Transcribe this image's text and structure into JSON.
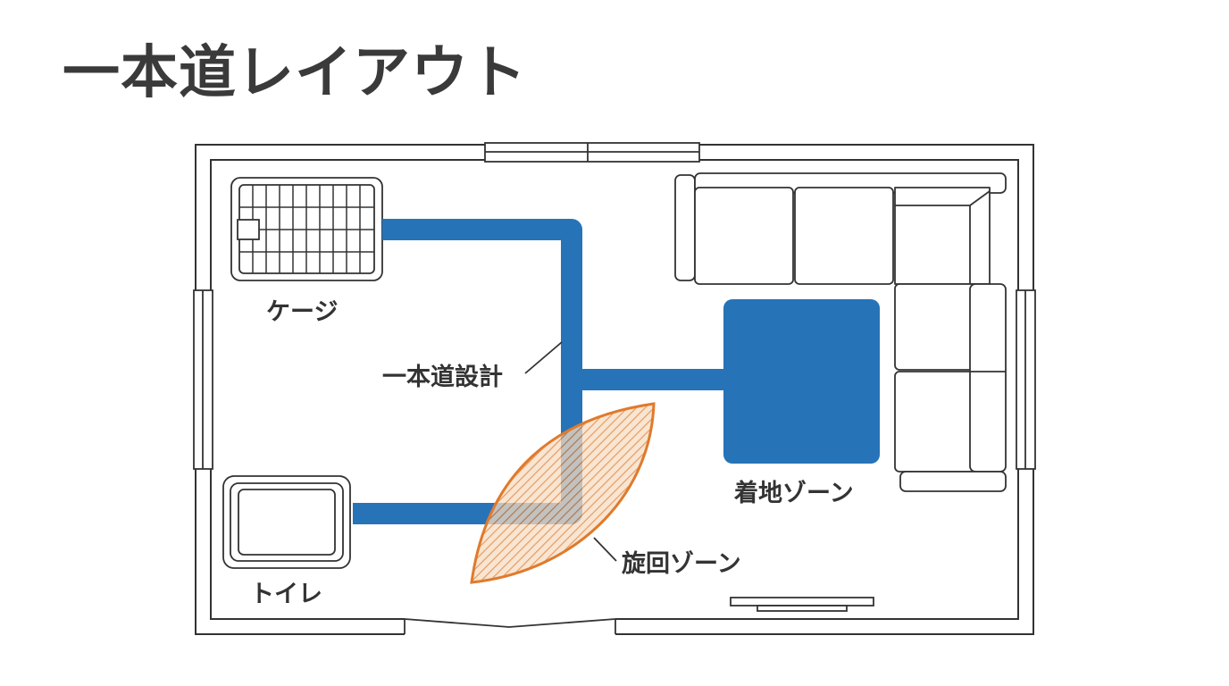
{
  "title": "一本道レイアウト",
  "labels": {
    "cage": "ケージ",
    "path": "一本道設計",
    "landing": "着地ゾーン",
    "toilet": "トイレ",
    "turn": "旋回ゾーン"
  },
  "colors": {
    "path_blue": "#2773b8",
    "turn_orange": "#e07a2c",
    "line": "#333333"
  }
}
